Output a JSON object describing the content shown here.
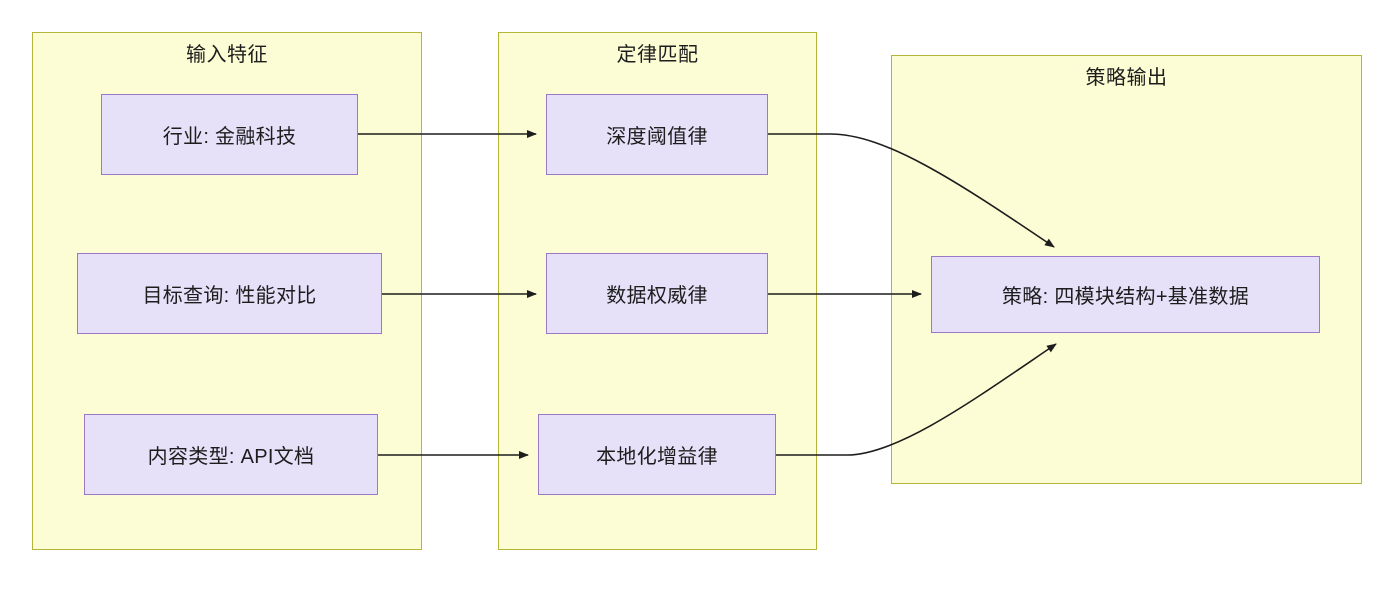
{
  "diagram": {
    "title": "",
    "type": "flowchart",
    "direction": "left-to-right",
    "colors": {
      "group_fill": "#fdfdd5",
      "group_border": "#b5b53a",
      "node_fill": "#e6e1f9",
      "node_border": "#9b79c9",
      "edge": "#1d1d1d",
      "text": "#1d1d1d",
      "canvas": "#ffffff"
    },
    "groups": [
      {
        "id": "input-features",
        "title": "输入特征",
        "nodes": [
          {
            "id": "industry",
            "label": "行业: 金融科技"
          },
          {
            "id": "query",
            "label": "目标查询: 性能对比"
          },
          {
            "id": "content",
            "label": "内容类型: API文档"
          }
        ]
      },
      {
        "id": "law-matching",
        "title": "定律匹配",
        "nodes": [
          {
            "id": "law-depth",
            "label": "深度阈值律"
          },
          {
            "id": "law-auth",
            "label": "数据权威律"
          },
          {
            "id": "law-local",
            "label": "本地化增益律"
          }
        ]
      },
      {
        "id": "strategy-output",
        "title": "策略输出",
        "nodes": [
          {
            "id": "strategy",
            "label": "策略: 四模块结构+基准数据"
          }
        ]
      }
    ],
    "edges": [
      {
        "from": "industry",
        "to": "law-depth",
        "style": "straight",
        "arrow": "end"
      },
      {
        "from": "query",
        "to": "law-auth",
        "style": "straight",
        "arrow": "end"
      },
      {
        "from": "content",
        "to": "law-local",
        "style": "straight",
        "arrow": "end"
      },
      {
        "from": "law-depth",
        "to": "strategy",
        "style": "curved",
        "arrow": "end"
      },
      {
        "from": "law-auth",
        "to": "strategy",
        "style": "straight",
        "arrow": "end"
      },
      {
        "from": "law-local",
        "to": "strategy",
        "style": "curved",
        "arrow": "end"
      }
    ]
  }
}
